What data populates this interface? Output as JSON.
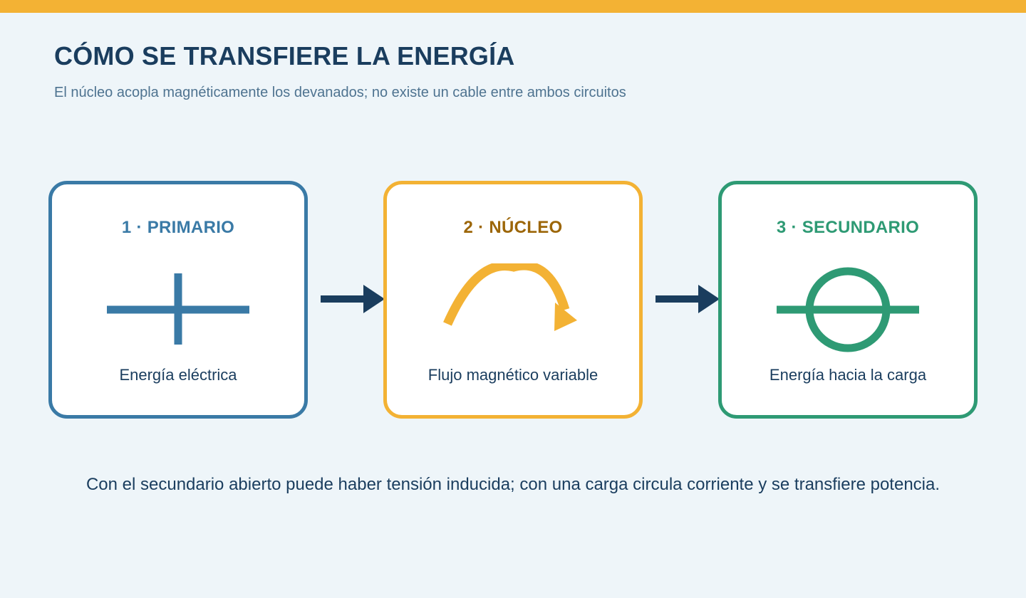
{
  "header": {
    "title": "CÓMO SE TRANSFIERE LA ENERGÍA",
    "subtitle": "El núcleo acopla magnéticamente los devanados; no existe un cable entre ambos circuitos"
  },
  "steps": [
    {
      "title": "1 · PRIMARIO",
      "caption": "Energía eléctrica",
      "icon": "primary-winding-cross-icon",
      "color": "#3a7aa6"
    },
    {
      "title": "2 · NÚCLEO",
      "caption": "Flujo magnético variable",
      "icon": "magnetic-flux-arc-icon",
      "color": "#f3b234"
    },
    {
      "title": "3 · SECUNDARIO",
      "caption": "Energía hacia la carga",
      "icon": "secondary-circle-icon",
      "color": "#2e9a74"
    }
  ],
  "connectors": {
    "icon": "arrow-right-icon",
    "color": "#1a3d5e"
  },
  "footer": {
    "note": "Con el secundario abierto puede haber tensión inducida; con una carga circula corriente y se transfiere potencia."
  },
  "theme": {
    "accent": "#f3b234",
    "background": "#eef5f9",
    "text": "#1a3d5e"
  }
}
